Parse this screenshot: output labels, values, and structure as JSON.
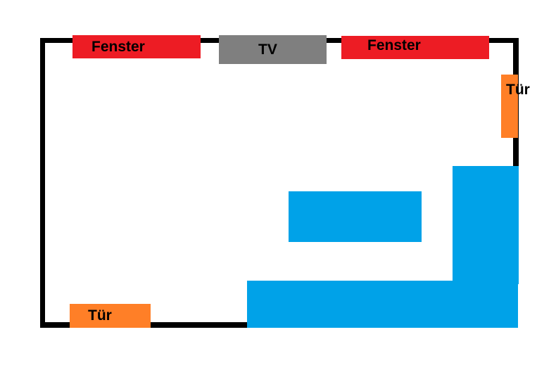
{
  "plan": {
    "colors": {
      "wall": "#000000",
      "window": "#ed1c24",
      "tv": "#7f7f7f",
      "door": "#ff7f27",
      "furniture": "#00a2e8",
      "background": "#ffffff"
    },
    "elements": {
      "window_left": {
        "label": "Fenster"
      },
      "tv": {
        "label": "TV"
      },
      "window_right": {
        "label": "Fenster"
      },
      "door_right": {
        "label": "Tür"
      },
      "door_bottom": {
        "label": "Tür"
      }
    }
  }
}
